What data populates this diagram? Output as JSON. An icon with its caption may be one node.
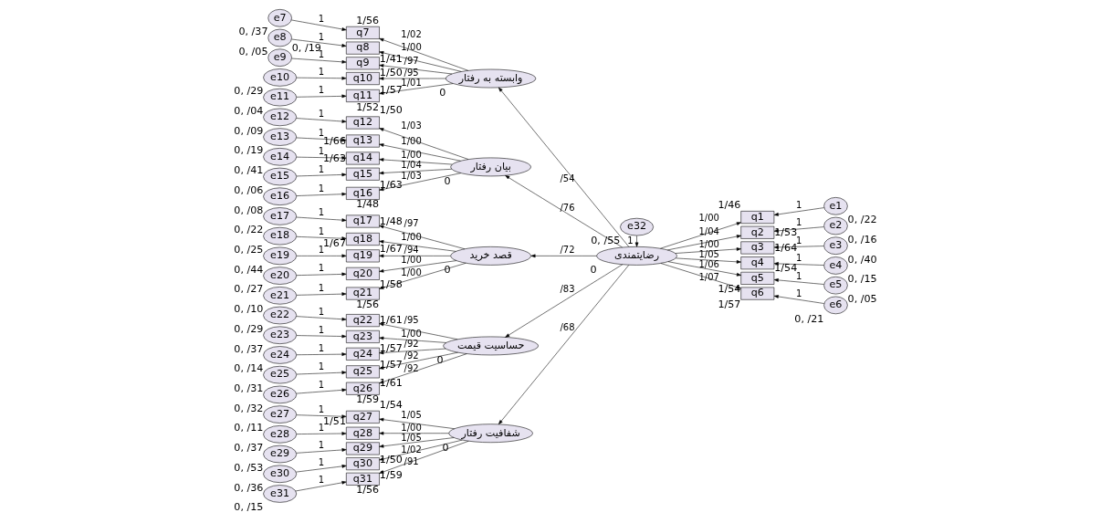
{
  "diagram": {
    "nodes": [
      {
        "text": [
          "وابسته به رفتار"
        ],
        "beside": [
          "0"
        ]
      },
      {
        "text": [
          "بیان رفتار"
        ],
        "beside": [
          "0"
        ]
      },
      {
        "text": [
          "قصد خرید"
        ],
        "beside": [
          "0"
        ]
      },
      {
        "text": [
          "حساسیت قیمت"
        ],
        "beside": [
          "0"
        ]
      },
      {
        "text": [
          "شفافیت رفتار"
        ],
        "beside": [
          "0"
        ]
      },
      {
        "text": [
          "رضایتمندی"
        ],
        "beside": [
          "0"
        ]
      },
      {
        "text": [
          "e32"
        ],
        "beside": [
          "0, /55"
        ]
      },
      {
        "text": [
          "q1"
        ],
        "beside": [
          "1/46"
        ]
      },
      {
        "text": [
          "q2"
        ],
        "beside": [
          "1/53"
        ]
      },
      {
        "text": [
          "q3"
        ],
        "beside": [
          "1/64"
        ]
      },
      {
        "text": [
          "q4"
        ],
        "beside": [
          "1/54"
        ]
      },
      {
        "text": [
          "q5"
        ],
        "beside": [
          "1/54"
        ]
      },
      {
        "text": [
          "q6"
        ],
        "beside": [
          "1/57"
        ]
      },
      {
        "text": [
          "e1"
        ],
        "beside": [
          "0, /22"
        ]
      },
      {
        "text": [
          "e2"
        ],
        "beside": [
          "0, /16"
        ]
      },
      {
        "text": [
          "e3"
        ],
        "beside": [
          "0, /40"
        ]
      },
      {
        "text": [
          "e4"
        ],
        "beside": [
          "0, /15"
        ]
      },
      {
        "text": [
          "e5"
        ],
        "beside": [
          "0, /05"
        ]
      },
      {
        "text": [
          "e6"
        ],
        "beside": [
          "0, /21"
        ]
      },
      {
        "text": [
          "q7"
        ],
        "beside": [
          "1/56"
        ]
      },
      {
        "text": [
          "q8"
        ],
        "beside": [
          "1/41"
        ]
      },
      {
        "text": [
          "q9"
        ],
        "beside": [
          "1/50"
        ]
      },
      {
        "text": [
          "q10"
        ],
        "beside": [
          "1/57"
        ]
      },
      {
        "text": [
          "q11"
        ],
        "beside": [
          "1/52"
        ]
      },
      {
        "text": [
          "q12"
        ],
        "beside": [
          "1/50"
        ]
      },
      {
        "text": [
          "q13"
        ],
        "beside": [
          "1/66"
        ]
      },
      {
        "text": [
          "q14"
        ],
        "beside": [
          "1/63"
        ]
      },
      {
        "text": [
          "q15"
        ],
        "beside": [
          "1/63"
        ]
      },
      {
        "text": [
          "q16"
        ],
        "beside": [
          "1/48"
        ]
      },
      {
        "text": [
          "q17"
        ],
        "beside": [
          "1/48"
        ]
      },
      {
        "text": [
          "q18"
        ],
        "beside": [
          "1/67"
        ]
      },
      {
        "text": [
          "q19"
        ],
        "beside": [
          "1/67"
        ]
      },
      {
        "text": [
          "q20"
        ],
        "beside": [
          "1/58"
        ]
      },
      {
        "text": [
          "q21"
        ],
        "beside": [
          "1/56"
        ]
      },
      {
        "text": [
          "q22"
        ],
        "beside": [
          "1/61"
        ]
      },
      {
        "text": [
          "q23"
        ],
        "beside": [
          "1/57"
        ]
      },
      {
        "text": [
          "q24"
        ],
        "beside": [
          "1/57"
        ]
      },
      {
        "text": [
          "q25"
        ],
        "beside": [
          "1/61"
        ]
      },
      {
        "text": [
          "q26"
        ],
        "beside": [
          "1/59"
        ]
      },
      {
        "text": [
          "q27"
        ],
        "beside": [
          "1/54"
        ]
      },
      {
        "text": [
          "q28"
        ],
        "beside": [
          "1/51"
        ]
      },
      {
        "text": [
          "q29"
        ],
        "beside": [
          "1/50"
        ]
      },
      {
        "text": [
          "q30"
        ],
        "beside": [
          "1/59"
        ]
      },
      {
        "text": [
          "q31"
        ],
        "beside": [
          "1/56"
        ]
      },
      {
        "text": [
          "e7"
        ],
        "beside": [
          "0, /37"
        ]
      },
      {
        "text": [
          "e8"
        ],
        "beside": [
          "0, /05"
        ]
      },
      {
        "text": [
          "e9"
        ],
        "beside": [
          "0, /19"
        ]
      },
      {
        "text": [
          "e10"
        ],
        "beside": [
          "0, /29"
        ]
      },
      {
        "text": [
          "e11"
        ],
        "beside": [
          "0, /04"
        ]
      },
      {
        "text": [
          "e12"
        ],
        "beside": [
          "0, /09"
        ]
      },
      {
        "text": [
          "e13"
        ],
        "beside": [
          "0, /19"
        ]
      },
      {
        "text": [
          "e14"
        ],
        "beside": [
          "0, /41"
        ]
      },
      {
        "text": [
          "e15"
        ],
        "beside": [
          "0, /06"
        ]
      },
      {
        "text": [
          "e16"
        ],
        "beside": [
          "0, /08"
        ]
      },
      {
        "text": [
          "e17"
        ],
        "beside": [
          "0, /22"
        ]
      },
      {
        "text": [
          "e18"
        ],
        "beside": [
          "0, /25"
        ]
      },
      {
        "text": [
          "e19"
        ],
        "beside": [
          "0, /44"
        ]
      },
      {
        "text": [
          "e20"
        ],
        "beside": [
          "0, /27"
        ]
      },
      {
        "text": [
          "e21"
        ],
        "beside": [
          "0, /10"
        ]
      },
      {
        "text": [
          "e22"
        ],
        "beside": [
          "0, /29"
        ]
      },
      {
        "text": [
          "e23"
        ],
        "beside": [
          "0, /37"
        ]
      },
      {
        "text": [
          "e24"
        ],
        "beside": [
          "0, /14"
        ]
      },
      {
        "text": [
          "e25"
        ],
        "beside": [
          "0, /31"
        ]
      },
      {
        "text": [
          "e26"
        ],
        "beside": [
          "0, /32"
        ]
      },
      {
        "text": [
          "e27"
        ],
        "beside": [
          "0, /11"
        ]
      },
      {
        "text": [
          "e28"
        ],
        "beside": [
          "0, /37"
        ]
      },
      {
        "text": [
          "e29"
        ],
        "beside": [
          "0, /53"
        ]
      },
      {
        "text": [
          "e30"
        ],
        "beside": [
          "0, /36"
        ]
      },
      {
        "text": [
          "e31"
        ],
        "beside": [
          "0, /15"
        ]
      }
    ],
    "edges": [
      {
        "from": 5,
        "to": 0,
        "arrow": "to",
        "label": "/54"
      },
      {
        "from": 5,
        "to": 1,
        "arrow": "to",
        "label": "/76"
      },
      {
        "from": 5,
        "to": 2,
        "arrow": "to",
        "label": "/72"
      },
      {
        "from": 5,
        "to": 3,
        "arrow": "to",
        "label": "/83"
      },
      {
        "from": 5,
        "to": 4,
        "arrow": "to",
        "label": "/68"
      },
      {
        "from": 6,
        "to": 5,
        "arrow": "to",
        "label": "1"
      },
      {
        "from": 5,
        "to": 7,
        "arrow": "to",
        "label": "1/00"
      },
      {
        "from": 5,
        "to": 8,
        "arrow": "to",
        "label": "1/04"
      },
      {
        "from": 5,
        "to": 9,
        "arrow": "to",
        "label": "1/00"
      },
      {
        "from": 5,
        "to": 10,
        "arrow": "to",
        "label": "1/05"
      },
      {
        "from": 5,
        "to": 11,
        "arrow": "to",
        "label": "1/06"
      },
      {
        "from": 5,
        "to": 12,
        "arrow": "to",
        "label": "1/07"
      },
      {
        "from": 13,
        "to": 7,
        "arrow": "to",
        "label": "1"
      },
      {
        "from": 14,
        "to": 8,
        "arrow": "to",
        "label": "1"
      },
      {
        "from": 15,
        "to": 9,
        "arrow": "to",
        "label": "1"
      },
      {
        "from": 16,
        "to": 10,
        "arrow": "to",
        "label": "1"
      },
      {
        "from": 17,
        "to": 11,
        "arrow": "to",
        "label": "1"
      },
      {
        "from": 18,
        "to": 12,
        "arrow": "to",
        "label": "1"
      },
      {
        "from": 0,
        "to": 19,
        "arrow": "to",
        "label": "1/02"
      },
      {
        "from": 0,
        "to": 20,
        "arrow": "to",
        "label": "1/00"
      },
      {
        "from": 0,
        "to": 21,
        "arrow": "to",
        "label": "/97"
      },
      {
        "from": 0,
        "to": 22,
        "arrow": "to",
        "label": "/95"
      },
      {
        "from": 0,
        "to": 23,
        "arrow": "to",
        "label": "1/01"
      },
      {
        "from": 1,
        "to": 24,
        "arrow": "to",
        "label": "1/03"
      },
      {
        "from": 1,
        "to": 25,
        "arrow": "to",
        "label": "1/00"
      },
      {
        "from": 1,
        "to": 26,
        "arrow": "to",
        "label": "1/00"
      },
      {
        "from": 1,
        "to": 27,
        "arrow": "to",
        "label": "1/04"
      },
      {
        "from": 1,
        "to": 28,
        "arrow": "to",
        "label": "1/03"
      },
      {
        "from": 2,
        "to": 29,
        "arrow": "to",
        "label": "/97"
      },
      {
        "from": 2,
        "to": 30,
        "arrow": "to",
        "label": "1/00"
      },
      {
        "from": 2,
        "to": 31,
        "arrow": "to",
        "label": "/94"
      },
      {
        "from": 2,
        "to": 32,
        "arrow": "to",
        "label": "1/00"
      },
      {
        "from": 2,
        "to": 33,
        "arrow": "to",
        "label": "1/00"
      },
      {
        "from": 3,
        "to": 34,
        "arrow": "to",
        "label": "/95"
      },
      {
        "from": 3,
        "to": 35,
        "arrow": "to",
        "label": "1/00"
      },
      {
        "from": 3,
        "to": 36,
        "arrow": "to",
        "label": "/92"
      },
      {
        "from": 3,
        "to": 37,
        "arrow": "to",
        "label": "/92"
      },
      {
        "from": 3,
        "to": 38,
        "arrow": "to",
        "label": "/92"
      },
      {
        "from": 4,
        "to": 39,
        "arrow": "to",
        "label": "1/05"
      },
      {
        "from": 4,
        "to": 40,
        "arrow": "to",
        "label": "1/00"
      },
      {
        "from": 4,
        "to": 41,
        "arrow": "to",
        "label": "1/05"
      },
      {
        "from": 4,
        "to": 42,
        "arrow": "to",
        "label": "1/02"
      },
      {
        "from": 4,
        "to": 43,
        "arrow": "to",
        "label": "/91"
      },
      {
        "from": 44,
        "to": 19,
        "arrow": "to",
        "label": "1"
      },
      {
        "from": 45,
        "to": 20,
        "arrow": "to",
        "label": "1"
      },
      {
        "from": 46,
        "to": 21,
        "arrow": "to",
        "label": "1"
      },
      {
        "from": 47,
        "to": 22,
        "arrow": "to",
        "label": "1"
      },
      {
        "from": 48,
        "to": 23,
        "arrow": "to",
        "label": "1"
      },
      {
        "from": 49,
        "to": 24,
        "arrow": "to",
        "label": "1"
      },
      {
        "from": 50,
        "to": 25,
        "arrow": "to",
        "label": "1"
      },
      {
        "from": 51,
        "to": 26,
        "arrow": "to",
        "label": "1"
      },
      {
        "from": 52,
        "to": 27,
        "arrow": "to",
        "label": "1"
      },
      {
        "from": 53,
        "to": 28,
        "arrow": "to",
        "label": "1"
      },
      {
        "from": 54,
        "to": 29,
        "arrow": "to",
        "label": "1"
      },
      {
        "from": 55,
        "to": 30,
        "arrow": "to",
        "label": "1"
      },
      {
        "from": 56,
        "to": 31,
        "arrow": "to",
        "label": "1"
      },
      {
        "from": 57,
        "to": 32,
        "arrow": "to",
        "label": "1"
      },
      {
        "from": 58,
        "to": 33,
        "arrow": "to",
        "label": "1"
      },
      {
        "from": 59,
        "to": 34,
        "arrow": "to",
        "label": "1"
      },
      {
        "from": 60,
        "to": 35,
        "arrow": "to",
        "label": "1"
      },
      {
        "from": 61,
        "to": 36,
        "arrow": "to",
        "label": "1"
      },
      {
        "from": 62,
        "to": 37,
        "arrow": "to",
        "label": "1"
      },
      {
        "from": 63,
        "to": 38,
        "arrow": "to",
        "label": "1"
      },
      {
        "from": 64,
        "to": 39,
        "arrow": "to",
        "label": "1"
      },
      {
        "from": 65,
        "to": 40,
        "arrow": "to",
        "label": "1"
      },
      {
        "from": 66,
        "to": 41,
        "arrow": "to",
        "label": "1"
      },
      {
        "from": 67,
        "to": 42,
        "arrow": "to",
        "label": "1"
      },
      {
        "from": 68,
        "to": 43,
        "arrow": "to",
        "label": "1"
      }
    ]
  }
}
